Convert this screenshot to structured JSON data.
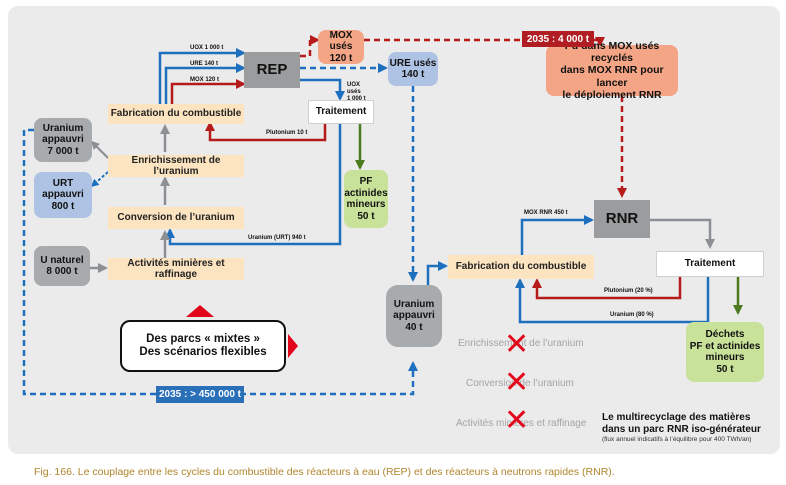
{
  "boxes": {
    "mox_uses": [
      "MOX usés",
      "120 t"
    ],
    "ure_uses": [
      "URE usés",
      "140 t"
    ],
    "rep": "REP",
    "fabrication_combustible_rep": "Fabrication du combustible",
    "traitement_rep": "Traitement",
    "uranium_appauvri_top": [
      "Uranium",
      "appauvri",
      "7 000 t"
    ],
    "enrichissement": "Enrichissement de l’uranium",
    "urt_appauvri": [
      "URT",
      "appauvri",
      "800 t"
    ],
    "conversion": "Conversion de l’uranium",
    "u_naturel": [
      "U naturel",
      "8 000 t"
    ],
    "activites_minieres": "Activités minières et raffinage",
    "pf_actinides_rep": [
      "PF",
      "actinides",
      "mineurs",
      "50 t"
    ],
    "pu_mox_rnr": [
      "Pu dans MOX usés recyclés",
      "dans MOX RNR pour lancer",
      "le déploiement RNR"
    ],
    "rnr": "RNR",
    "fabrication_combustible_rnr": "Fabrication du combustible",
    "traitement_rnr": "Traitement",
    "uranium_appauvri_center": [
      "Uranium",
      "appauvri",
      "40 t"
    ],
    "dechets": [
      "Déchets",
      "PF et actinides",
      "mineurs",
      "50 t"
    ],
    "mixtes": [
      "Des parcs « mixtes »",
      "Des scénarios flexibles"
    ]
  },
  "flow_labels": {
    "uox": "UOX 1 000 t",
    "ure": "URE 140 t",
    "mox": "MOX 120 t",
    "uox_uses": [
      "UOX",
      "usés",
      "1 000 t"
    ],
    "plutonium_10": "Plutonium 10 t",
    "uranium_urt": "Uranium (URT) 940 t",
    "mox_rnr": "MOX RNR 450 t",
    "plutonium_20": "Plutonium (20 %)",
    "uranium_80": "Uranium (80 %)"
  },
  "tags": {
    "tag_2035_4000": "2035 : 4 000 t",
    "tag_2035_450000": "2035 : > 450 000 t"
  },
  "crossed_out": {
    "enrichissement": "Enrichissement de l’uranium",
    "conversion": "Conversion de l’uranium",
    "activites": "Activités minières et raffinage"
  },
  "footnote": {
    "line1": "Le multirecyclage des matières",
    "line2": "dans un parc RNR iso-générateur",
    "line3": "(flux annuel indicatifs à l’équilibre pour 400 TWh/an)"
  },
  "caption": "Fig. 166. Le couplage entre les cycles du combustible des réacteurs à eau (REP) et des réacteurs à neutrons rapides (RNR).",
  "colors": {
    "blue_flow": "#1f6fbf",
    "red_flow": "#b51b1b",
    "grey_flow": "#8c9094",
    "green_flow": "#4c7a1e",
    "accent_red": "#e3061a",
    "tag_blue": "#2a70b8",
    "tag_red": "#b01e23",
    "caption_text": "#b0852c"
  }
}
